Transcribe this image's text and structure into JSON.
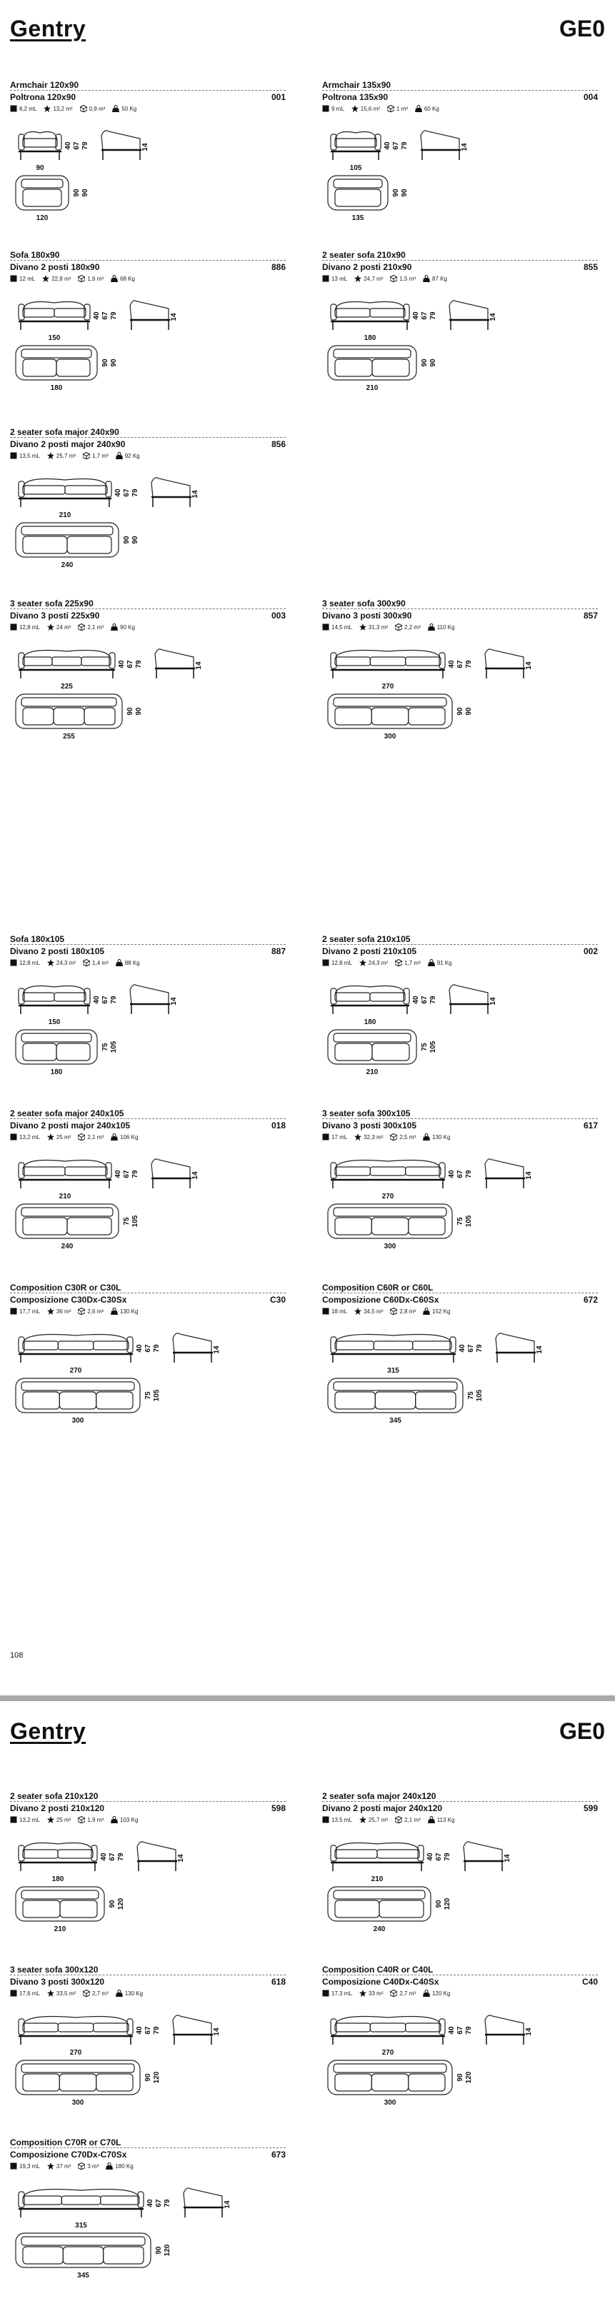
{
  "header": {
    "brand": "Gentry",
    "collection": "GE0"
  },
  "footer": {
    "page_number": "108"
  },
  "page1": [
    {
      "en": "Armchair 120x90",
      "it": "Poltrona 120x90",
      "code": "001",
      "specs": [
        "8,2 mL",
        "13,2 m²",
        "0,9 m³",
        "50 Kg"
      ],
      "type": "armchair",
      "w": "90",
      "dd": "120",
      "h1": "40",
      "h2": "67",
      "h3": "79",
      "sd": "90",
      "ch": "14",
      "side_depth": "90"
    },
    {
      "en": "Armchair 135x90",
      "it": "Poltrona 135x90",
      "code": "004",
      "specs": [
        "9 mL",
        "15,6 m²",
        "1 m³",
        "60 Kg"
      ],
      "type": "armchair",
      "w": "105",
      "dd": "135",
      "h1": "40",
      "h2": "67",
      "h3": "79",
      "sd": "90",
      "ch": "14",
      "side_depth": "90"
    },
    {
      "en": "Sofa 180x90",
      "it": "Divano 2 posti 180x90",
      "code": "886",
      "specs": [
        "12 mL",
        "22,8 m²",
        "1,6 m³",
        "68 Kg"
      ],
      "type": "sofa2",
      "w": "150",
      "dd": "180",
      "h1": "40",
      "h2": "67",
      "h3": "79",
      "sd": "90",
      "ch": "14",
      "side_depth": "90"
    },
    {
      "en": "2 seater sofa 210x90",
      "it": "Divano 2 posti 210x90",
      "code": "855",
      "specs": [
        "13 mL",
        "24,7 m²",
        "1,5 m³",
        "87 Kg"
      ],
      "type": "sofa2",
      "w": "180",
      "dd": "210",
      "h1": "40",
      "h2": "67",
      "h3": "79",
      "sd": "90",
      "ch": "14",
      "side_depth": "90"
    },
    {
      "en": "2 seater sofa major 240x90",
      "it": "Divano 2 posti major 240x90",
      "code": "856",
      "specs": [
        "13,5 mL",
        "25,7 m²",
        "1,7 m³",
        "92 Kg"
      ],
      "type": "sofa2",
      "w": "210",
      "dd": "240",
      "h1": "40",
      "h2": "67",
      "h3": "79",
      "sd": "90",
      "ch": "14",
      "side_depth": "90"
    },
    {
      "en": "3 seater sofa 225x90",
      "it": "Divano 3 posti 225x90",
      "code": "003",
      "specs": [
        "12,8 mL",
        "24 m²",
        "2,1 m³",
        "90 Kg"
      ],
      "type": "sofa3",
      "w": "225",
      "dd": "255",
      "h1": "40",
      "h2": "67",
      "h3": "79",
      "sd": "90",
      "ch": "14",
      "side_depth": "90"
    },
    {
      "en": "3 seater sofa 300x90",
      "it": "Divano 3 posti 300x90",
      "code": "857",
      "specs": [
        "14,5 mL",
        "31,3 m²",
        "2,2 m³",
        "110 Kg"
      ],
      "type": "sofa3",
      "w": "270",
      "dd": "300",
      "h1": "40",
      "h2": "67",
      "h3": "79",
      "sd": "90",
      "ch": "14",
      "side_depth": "90"
    },
    {
      "en": "Sofa 180x105",
      "it": "Divano 2 posti 180x105",
      "code": "887",
      "specs": [
        "12,8 mL",
        "24,3 m²",
        "1,4 m³",
        "88 Kg"
      ],
      "type": "sofa2",
      "w": "150",
      "dd": "180",
      "h1": "40",
      "h2": "67",
      "h3": "79",
      "sd": "75",
      "ch": "14",
      "side_depth": "105"
    },
    {
      "en": "2 seater sofa 210x105",
      "it": "Divano 2 posti 210x105",
      "code": "002",
      "specs": [
        "12,8 mL",
        "24,3 m²",
        "1,7 m³",
        "91 Kg"
      ],
      "type": "sofa2",
      "w": "180",
      "dd": "210",
      "h1": "40",
      "h2": "67",
      "h3": "79",
      "sd": "75",
      "ch": "14",
      "side_depth": "105"
    },
    {
      "en": "2 seater sofa major 240x105",
      "it": "Divano 2 posti major 240x105",
      "code": "018",
      "specs": [
        "13,2 mL",
        "25 m²",
        "2,1 m³",
        "106 Kg"
      ],
      "type": "sofa2",
      "w": "210",
      "dd": "240",
      "h1": "40",
      "h2": "67",
      "h3": "79",
      "sd": "75",
      "ch": "14",
      "side_depth": "105"
    },
    {
      "en": "3 seater sofa 300x105",
      "it": "Divano 3 posti 300x105",
      "code": "617",
      "specs": [
        "17 mL",
        "32,3 m²",
        "2,5 m³",
        "130 Kg"
      ],
      "type": "sofa3",
      "w": "270",
      "dd": "300",
      "h1": "40",
      "h2": "67",
      "h3": "79",
      "sd": "75",
      "ch": "14",
      "side_depth": "105"
    },
    {
      "en": "Composition C30R or C30L",
      "it": "Composizione C30Dx-C30Sx",
      "code": "C30",
      "specs": [
        "17,7 mL",
        "36 m²",
        "2,6 m³",
        "130 Kg"
      ],
      "type": "sofa3",
      "w": "270",
      "dd": "300",
      "h1": "40",
      "h2": "67",
      "h3": "79",
      "sd": "75",
      "ch": "14",
      "side_depth": "105"
    },
    {
      "en": "Composition C60R or C60L",
      "it": "Composizione C60Dx-C60Sx",
      "code": "672",
      "specs": [
        "18 mL",
        "34,5 m²",
        "2,8 m³",
        "152 Kg"
      ],
      "type": "sofa3",
      "w": "315",
      "dd": "345",
      "h1": "40",
      "h2": "67",
      "h3": "79",
      "sd": "75",
      "ch": "14",
      "side_depth": "105"
    }
  ],
  "page2": [
    {
      "en": "2 seater sofa 210x120",
      "it": "Divano 2 posti 210x120",
      "code": "598",
      "specs": [
        "13,2 mL",
        "25 m²",
        "1,9 m³",
        "103 Kg"
      ],
      "type": "sofa2",
      "w": "180",
      "dd": "210",
      "h1": "40",
      "h2": "67",
      "h3": "79",
      "sd": "90",
      "ch": "14",
      "side_depth": "120"
    },
    {
      "en": "2 seater sofa major  240x120",
      "it": "Divano 2 posti major  240x120",
      "code": "599",
      "specs": [
        "13,5 mL",
        "25,7 m²",
        "2,1 m³",
        "113 Kg"
      ],
      "type": "sofa2",
      "w": "210",
      "dd": "240",
      "h1": "40",
      "h2": "67",
      "h3": "79",
      "sd": "90",
      "ch": "14",
      "side_depth": "120"
    },
    {
      "en": "3 seater sofa 300x120",
      "it": "Divano 3 posti 300x120",
      "code": "618",
      "specs": [
        "17,6 mL",
        "33,5 m²",
        "2,7 m³",
        "130 Kg"
      ],
      "type": "sofa3",
      "w": "270",
      "dd": "300",
      "h1": "40",
      "h2": "67",
      "h3": "79",
      "sd": "90",
      "ch": "14",
      "side_depth": "120"
    },
    {
      "en": "Composition C40R or C40L",
      "it": "Composizione C40Dx-C40Sx",
      "code": "C40",
      "specs": [
        "17,3 mL",
        "33 m²",
        "2,7 m³",
        "120 Kg"
      ],
      "type": "sofa3",
      "w": "270",
      "dd": "300",
      "h1": "40",
      "h2": "67",
      "h3": "79",
      "sd": "90",
      "ch": "14",
      "side_depth": "120"
    },
    {
      "en": "Composition C70R or C70L",
      "it": "Composizione C70Dx-C70Sx",
      "code": "673",
      "specs": [
        "19,3 mL",
        "37 m²",
        "3 m³",
        "180 Kg"
      ],
      "type": "sofa3",
      "w": "315",
      "dd": "345",
      "h1": "40",
      "h2": "67",
      "h3": "79",
      "sd": "90",
      "ch": "14",
      "side_depth": "120"
    }
  ]
}
